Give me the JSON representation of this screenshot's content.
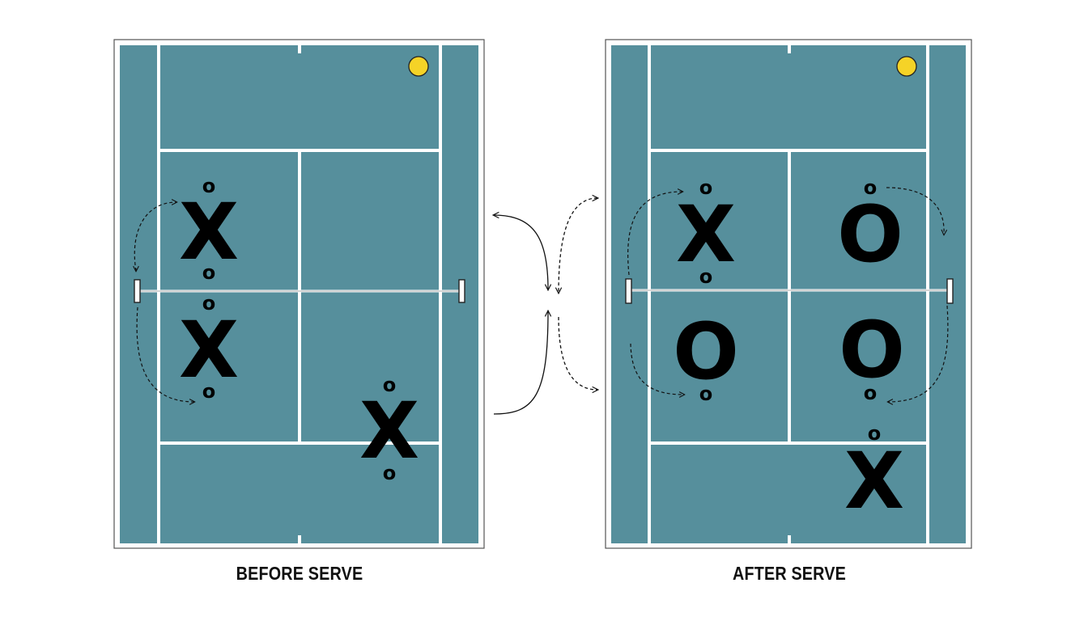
{
  "labels": {
    "before": "BEFORE SERVE",
    "after": "AFTER SERVE"
  },
  "colors": {
    "court": "#568f9c",
    "lines": "#ffffff",
    "ball": "#f5d327",
    "marks": "#111111"
  },
  "courts": [
    {
      "id": "before",
      "players": [
        {
          "id": "p1",
          "mark": "X",
          "small": "o"
        },
        {
          "id": "p2",
          "mark": "X",
          "small": "o"
        },
        {
          "id": "p3",
          "mark": "X",
          "small": "o"
        }
      ]
    },
    {
      "id": "after",
      "players": [
        {
          "id": "p1",
          "mark": "X",
          "small": "o"
        },
        {
          "id": "p2",
          "mark": "O",
          "small": "o"
        },
        {
          "id": "p3",
          "mark": "O",
          "small": "o"
        },
        {
          "id": "p4",
          "mark": "O",
          "small": "o"
        },
        {
          "id": "p5",
          "mark": "X",
          "small": "o"
        }
      ]
    }
  ]
}
